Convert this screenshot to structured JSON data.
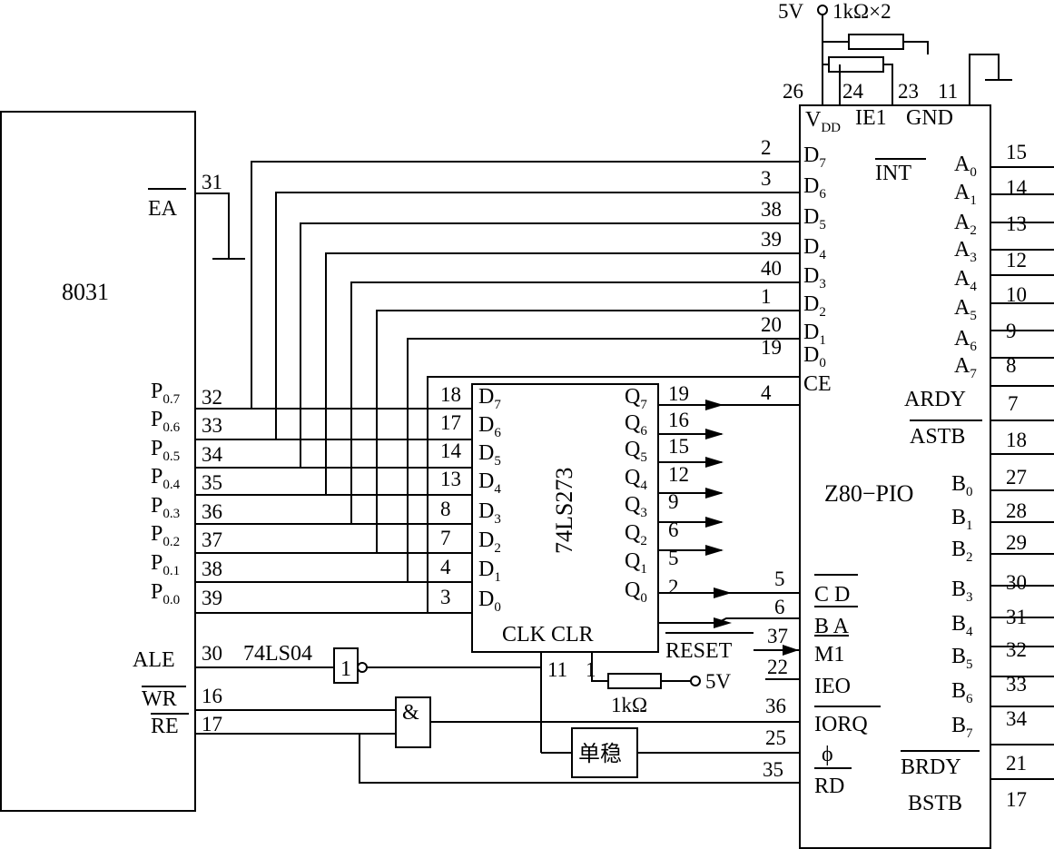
{
  "chips": {
    "mcu": "8031",
    "latch": "74LS273",
    "pio": "Z80−PIO",
    "inverter": "74LS04",
    "mono": "单稳"
  },
  "gates": {
    "inv": "1",
    "and": "&"
  },
  "power": {
    "vcc": "5V",
    "pullups": "1kΩ×2",
    "res1k": "1kΩ",
    "vcc2": "5V"
  },
  "mcu_pins": {
    "ea_label": "EA",
    "ea_num": "31",
    "p0_prefix": "P",
    "p0_subs": [
      "0.7",
      "0.6",
      "0.5",
      "0.4",
      "0.3",
      "0.2",
      "0.1",
      "0.0"
    ],
    "p0_nums": [
      "32",
      "33",
      "34",
      "35",
      "36",
      "37",
      "38",
      "39"
    ],
    "ale_label": "ALE",
    "ale_num": "30",
    "wr_label": "WR",
    "wr_num": "16",
    "rd_label": "RE",
    "rd_num": "17"
  },
  "latch_pins": {
    "d_prefix": "D",
    "d_subs": [
      "7",
      "6",
      "5",
      "4",
      "3",
      "2",
      "1",
      "0"
    ],
    "d_nums": [
      "18",
      "17",
      "14",
      "13",
      "8",
      "7",
      "4",
      "3"
    ],
    "q_prefix": "Q",
    "q_subs": [
      "7",
      "6",
      "5",
      "4",
      "3",
      "2",
      "1",
      "0"
    ],
    "q_nums": [
      "19",
      "16",
      "15",
      "12",
      "9",
      "6",
      "5",
      "2"
    ],
    "clkclr": "CLK CLR",
    "clk_num": "11",
    "clr_num": "1"
  },
  "pio_top": {
    "vdd_main": "V",
    "vdd_sub": "DD",
    "ie1": "IE1",
    "gnd": "GND",
    "n26": "26",
    "n24": "24",
    "n23": "23",
    "n11": "11"
  },
  "pio_left": {
    "d_prefix": "D",
    "d_subs": [
      "7",
      "6",
      "5",
      "4",
      "3",
      "2",
      "1",
      "0"
    ],
    "d_nums": [
      "2",
      "3",
      "38",
      "39",
      "40",
      "1",
      "20",
      "19"
    ],
    "ce": "CE",
    "ce_num": "4",
    "cd": "C D",
    "cd_num": "5",
    "ba": "B A",
    "ba_num": "6",
    "reset": "RESET",
    "m1": "M1",
    "m1_num": "37",
    "ieo": "IEO",
    "ieo_num": "22",
    "iorq": "IORQ",
    "iorq_num": "36",
    "phi": "ϕ",
    "phi_num": "25",
    "rd": "RD",
    "rd_num": "35"
  },
  "pio_right": {
    "int": "INT",
    "a_prefix": "A",
    "a_subs": [
      "0",
      "1",
      "2",
      "3",
      "4",
      "5",
      "6",
      "7"
    ],
    "a_nums": [
      "15",
      "14",
      "13",
      "12",
      "10",
      "9",
      "8"
    ],
    "ardy": "ARDY",
    "ardy_num": "7",
    "astb": "ASTB",
    "astb_num": "18",
    "b_prefix": "B",
    "b_subs": [
      "0",
      "1",
      "2",
      "3",
      "4",
      "5",
      "6",
      "7"
    ],
    "b_nums": [
      "27",
      "28",
      "29",
      "30",
      "31",
      "32",
      "33",
      "34"
    ],
    "brdy": "BRDY",
    "brdy_num": "21",
    "bstb": "BSTB",
    "bstb_num": "17"
  }
}
